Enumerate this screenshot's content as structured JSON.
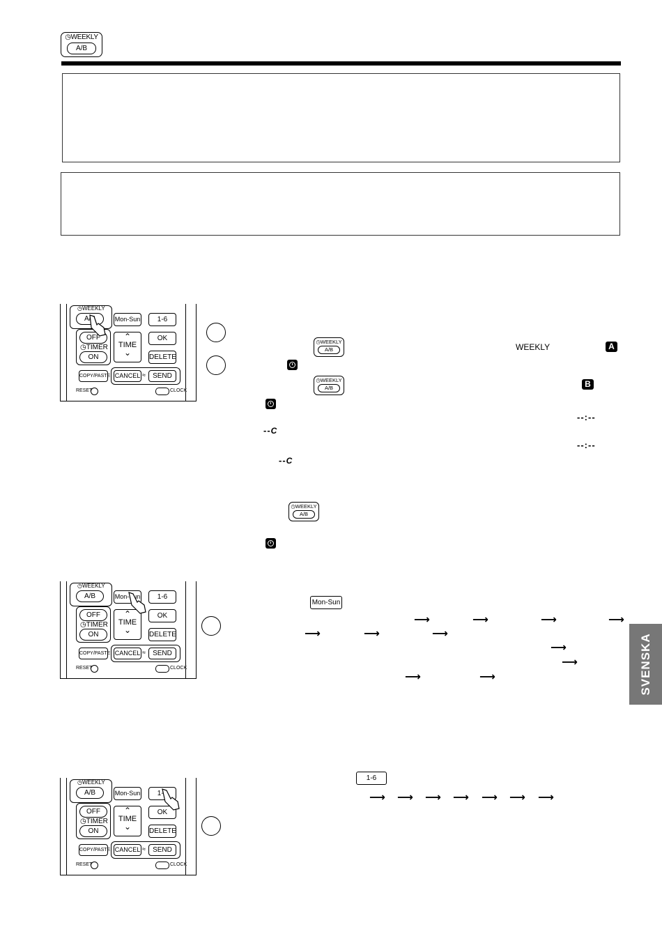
{
  "header": {
    "icon_label": "WEEKLY",
    "icon_ab": "A/B"
  },
  "remote": {
    "weekly": "WEEKLY",
    "ab": "A/B",
    "mon_sun": "Mon-Sun",
    "one_six": "1-6",
    "off": "OFF",
    "timer": "TIMER",
    "on": "ON",
    "time": "TIME",
    "ok": "OK",
    "delete": "DELETE",
    "copy_paste": "COPY/PASTE",
    "cancel": "CANCEL",
    "send": "SEND",
    "reset": "RESET",
    "clock": "CLOCK"
  },
  "section1": {
    "weekly_word": "WEEKLY",
    "badge_a": "A",
    "badge_b": "B",
    "dash_time": "--:--",
    "dash_temp": "--",
    "temp_unit": "C"
  },
  "section2": {
    "key": "Mon-Sun"
  },
  "section3": {
    "key": "1-6"
  },
  "side_tab": "SVENSKA",
  "icons": [
    "clock-icon",
    "arrow-right-icon",
    "hand-pointer-icon",
    "wireless-icon"
  ]
}
